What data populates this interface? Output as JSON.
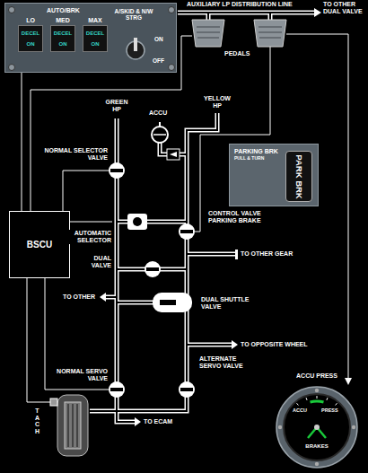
{
  "diagram": {
    "nodes": [
      {
        "text": [
          "AUTO/BRK",
          "A/SKID & N/W STRG",
          "ON",
          "OFF"
        ]
      },
      {
        "text": [
          "LO",
          "DECEL",
          "ON"
        ],
        "in": 0
      },
      {
        "text": [
          "MED",
          "DECEL",
          "ON"
        ],
        "in": 0
      },
      {
        "text": [
          "MAX",
          "DECEL",
          "ON"
        ],
        "in": 0
      },
      {
        "text": [
          "PARKING BRK",
          "PULL & TURN"
        ]
      },
      {
        "text": [
          "PARK BRK"
        ],
        "in": 4
      },
      {
        "text": [
          "BSCU"
        ]
      },
      {
        "text": [
          "ACCU PRESS",
          "ACCU",
          "PRESS",
          "BRAKES"
        ]
      }
    ],
    "edges": [
      {
        "from": 0,
        "to": 6,
        "arrow": "none"
      }
    ],
    "labels": [
      "AUXILIARY LP DISTRIBUTION LINE",
      "TO OTHER DUAL VALVE",
      "PEDALS",
      "ACCU",
      "GREEN HP",
      "YELLOW HP",
      "NORMAL SELECTOR VALVE",
      "AUTOMATIC SELECTOR",
      "CONTROL VALVE PARKING BRAKE",
      "TO OTHER GEAR",
      "DUAL VALVE",
      "TO OTHER",
      "DUAL SHUTTLE VALVE",
      "TO OPPOSITE WHEEL",
      "NORMAL SERVO VALVE",
      "ALTERNATE SERVO VALVE",
      "TO ECAM",
      "TACH"
    ]
  }
}
